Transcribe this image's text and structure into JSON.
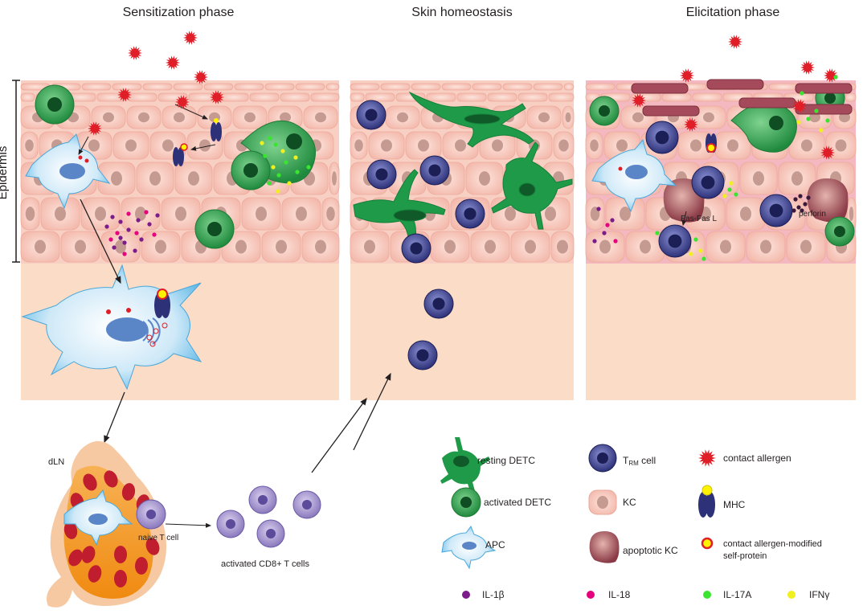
{
  "panels": {
    "sensitization": "Sensitization phase",
    "homeostasis": "Skin homeostasis",
    "elicitation": "Elicitation phase"
  },
  "epidermis_label": "Epidermis",
  "annotations": {
    "dln": "dLN",
    "naive_t": "naive T cell",
    "activated_cd8": "activated CD8+ T cells",
    "fas": "Fas-Fas L",
    "perforin": "perforin"
  },
  "legend": {
    "resting_detc": "resting DETC",
    "activated_detc": "activated DETC",
    "apc": "APC",
    "trm_prefix": "T",
    "trm_sub": "RM",
    "trm_suffix": " cell",
    "kc": "KC",
    "apoptotic_kc": "apoptotic KC",
    "allergen": "contact allergen",
    "mhc": "MHC",
    "modified_line1": "contact allergen-modified",
    "modified_line2": "self-protein",
    "il1b": "IL-1β",
    "il18": "IL-18",
    "il17a": "IL-17A",
    "ifng": "IFNγ"
  },
  "colors": {
    "dermis": "#fbdcc7",
    "kc_fill": "#f6c4bb",
    "kc_nucleus": "#c59a90",
    "detc": "#2e9a4b",
    "detc_light": "#5cc07a",
    "trm": "#2d3178",
    "trm_light": "#6f78c4",
    "cd8": "#9b8cc4",
    "allergen": "#e01e27",
    "il1b": "#7b1c8a",
    "il18": "#e6007e",
    "il17a": "#39e52e",
    "ifng": "#f0f020",
    "apoptotic": "#9e4a55",
    "node_orange": "#f39a21",
    "node_red": "#c01e2e"
  }
}
